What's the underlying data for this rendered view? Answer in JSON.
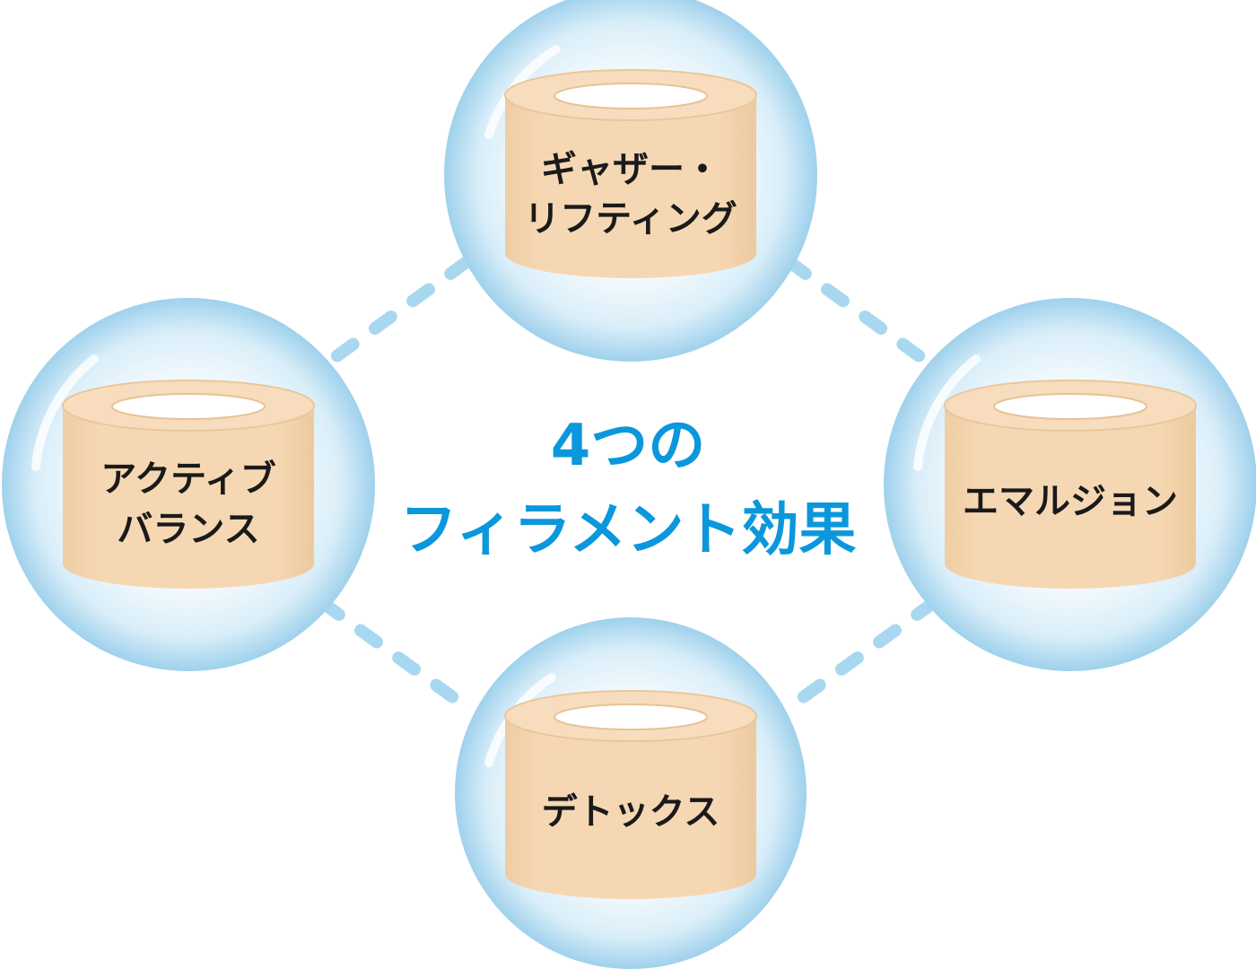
{
  "center": {
    "line1": "4つの",
    "line2": "フィラメント効果"
  },
  "nodes": {
    "top": {
      "line1": "ギャザー・",
      "line2": "リフティング"
    },
    "left": {
      "line1": "アクティブ",
      "line2": "バランス"
    },
    "right": {
      "line1": "エマルジョン"
    },
    "bottom": {
      "line1": "デトックス"
    }
  },
  "colors": {
    "bubble_edge": "#a9d6ee",
    "bubble_center": "#ffffff",
    "cylinder_body": "#f4d7b1",
    "cylinder_top": "#f7ddbd",
    "connector": "#a8d8f0",
    "center_text": "#0b97dc",
    "node_text": "#1a1a1a"
  }
}
